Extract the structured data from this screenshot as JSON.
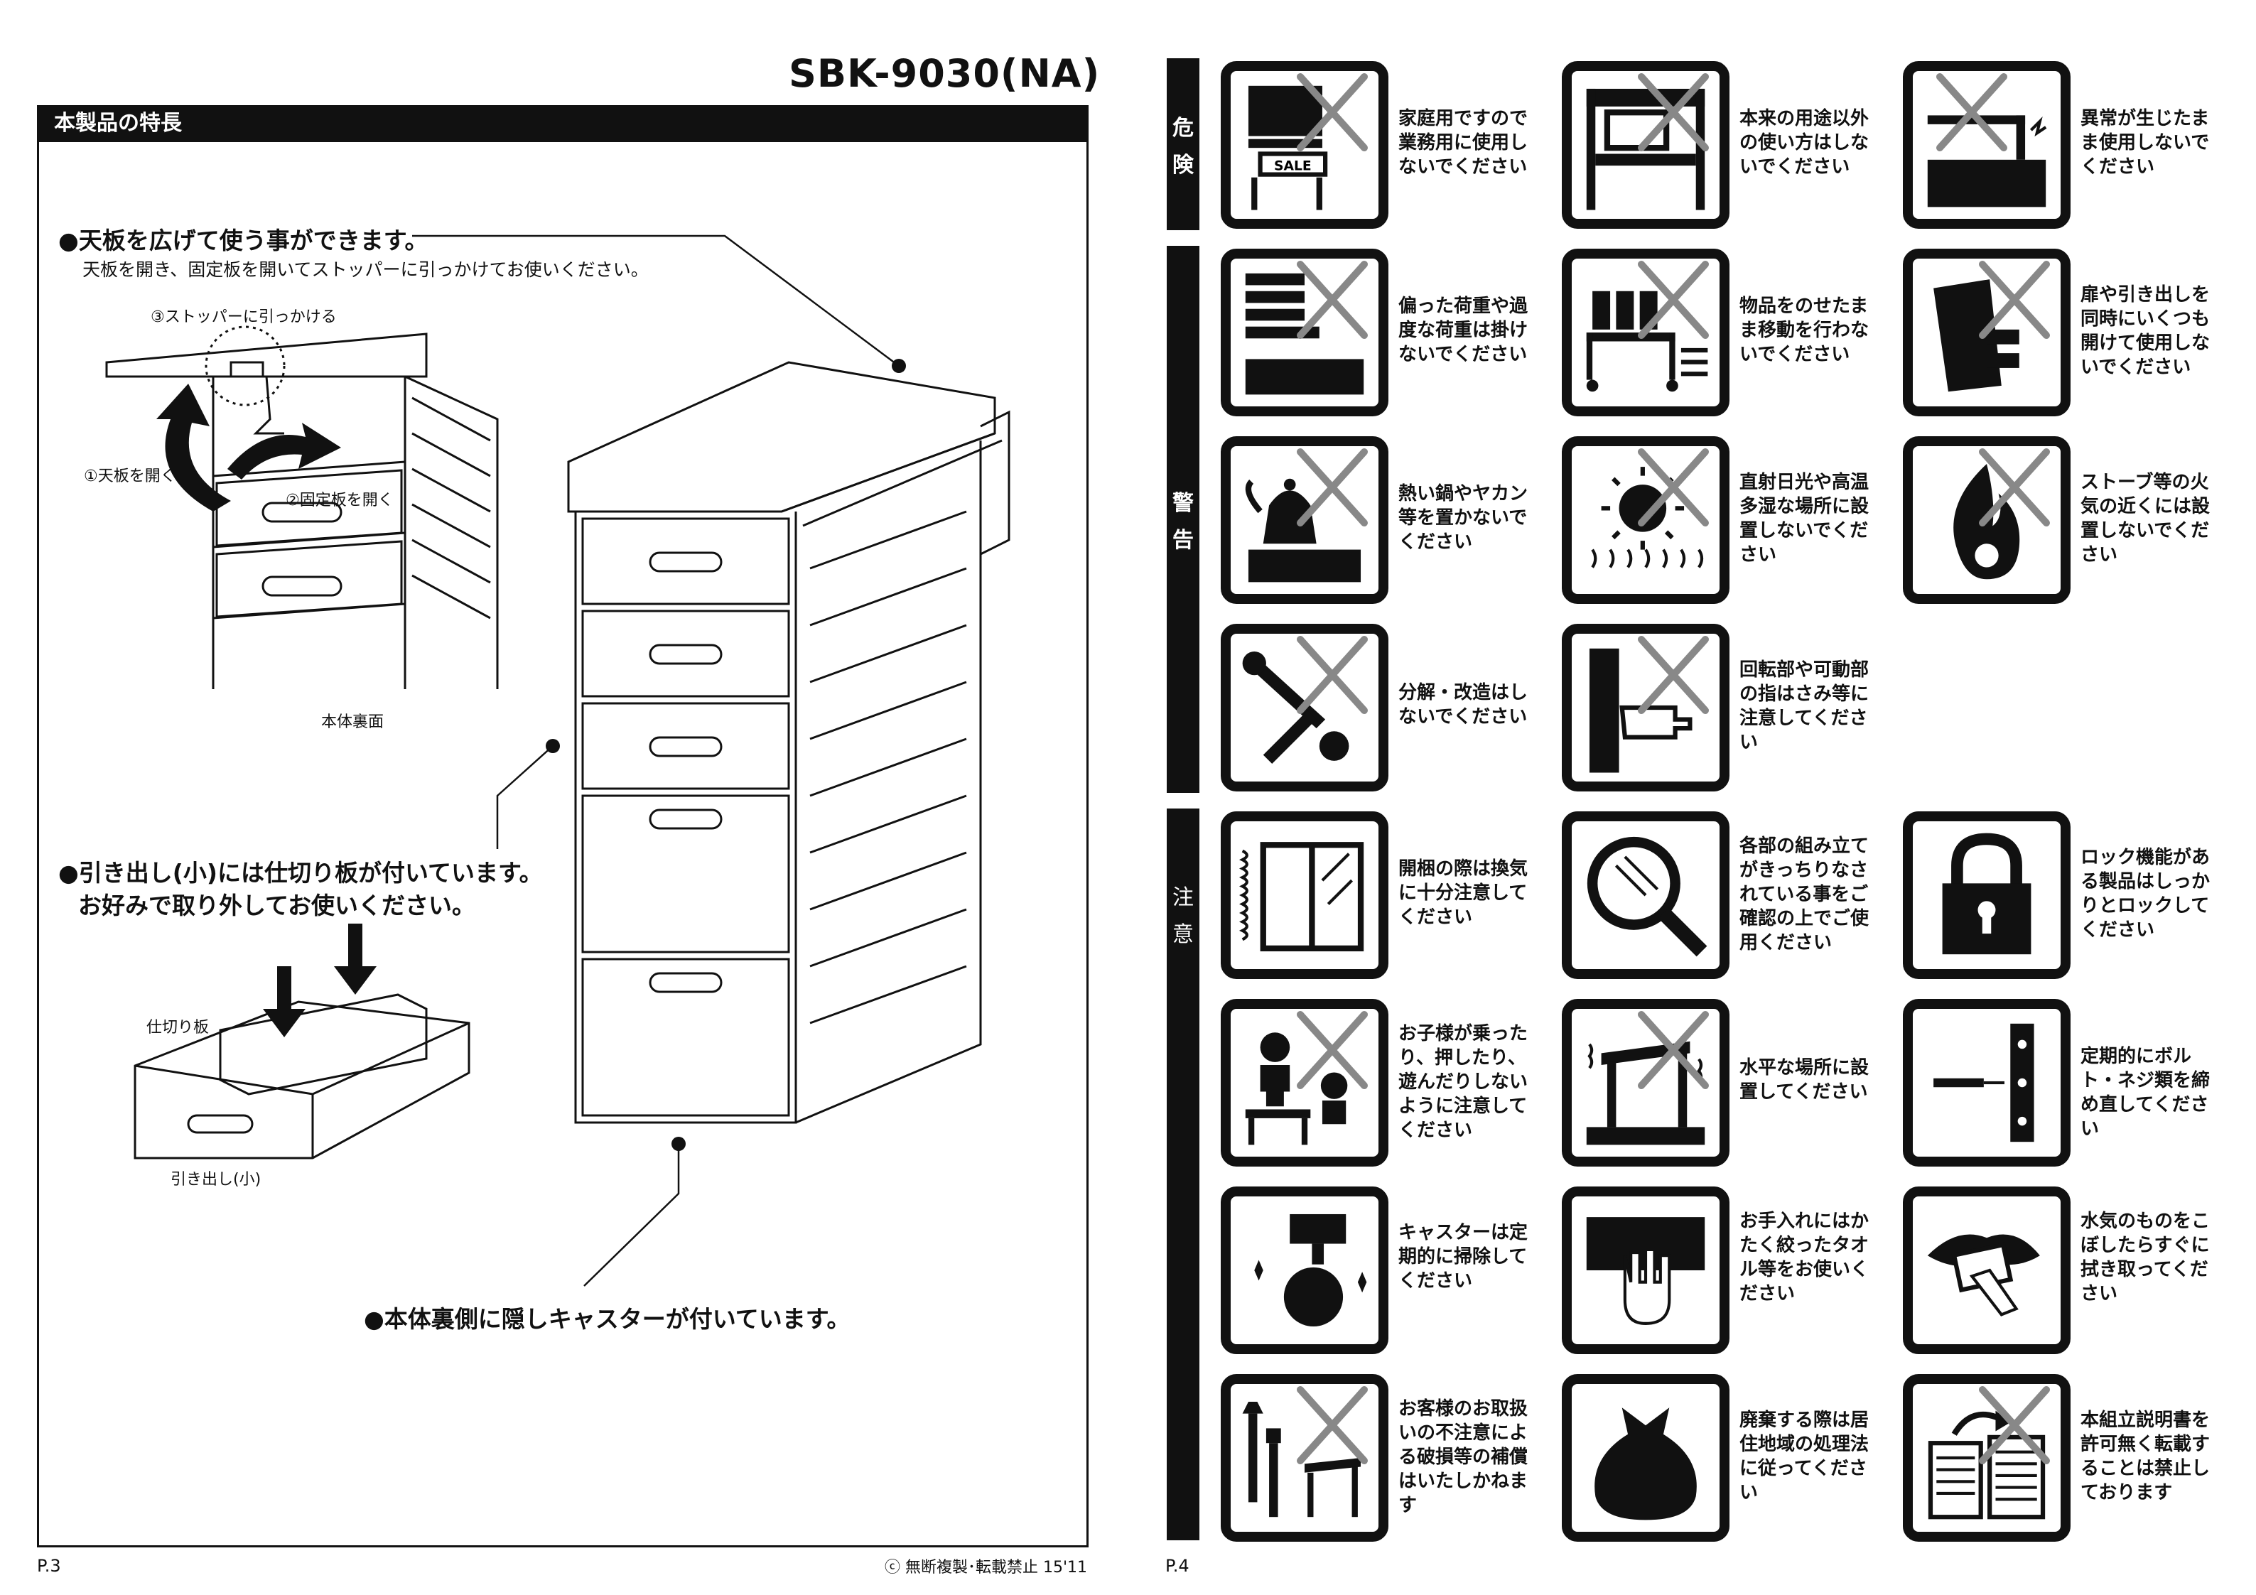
{
  "document": {
    "model": "SBK-9030(NA)",
    "section_title": "本製品の特長",
    "feature1": {
      "title": "●天板を広げて使う事ができます。",
      "desc": "天板を開き、固定板を開いてストッパーに引っかけてお使いください。"
    },
    "labels": {
      "stopper": "③ストッパーに引っかける",
      "open_top": "①天板を開く",
      "open_fix": "②固定板を開く",
      "back": "本体裏面",
      "divider": "仕切り板",
      "drawer": "引き出し(小)"
    },
    "feature2": {
      "line1": "●引き出し(小)には仕切り板が付いています。",
      "line2": "お好みで取り外してお使いください。"
    },
    "feature3": "●本体裏側に隠しキャスターが付いています。",
    "page_left": "P.3",
    "copyright": "ⓒ 無断複製･転載禁止 15'11",
    "page_right": "P.4"
  },
  "categories": {
    "danger": [
      "危",
      "険"
    ],
    "warning": [
      "警",
      "告"
    ],
    "caution": [
      "注",
      "意"
    ]
  },
  "warnings": [
    {
      "text": "家庭用ですので業務用に使用しないでください",
      "icon": "sale-shelf-icon",
      "sale": "SALE"
    },
    {
      "text": "本来の用途以外の使い方はしないでください",
      "icon": "misuse-icon"
    },
    {
      "text": "異常が生じたまま使用しないでください",
      "icon": "damaged-icon"
    },
    {
      "text": "偏った荷重や過度な荷重は掛けないでください",
      "icon": "overload-icon"
    },
    {
      "text": "物品をのせたまま移動を行わないでください",
      "icon": "moving-icon"
    },
    {
      "text": "扉や引き出しを同時にいくつも開けて使用しないでください",
      "icon": "drawers-open-icon"
    },
    {
      "text": "熱い鍋やヤカン等を置かないでください",
      "icon": "kettle-icon"
    },
    {
      "text": "直射日光や高温多湿な場所に設置しないでください",
      "icon": "sun-icon"
    },
    {
      "text": "ストーブ等の火気の近くには設置しないでください",
      "icon": "fire-icon"
    },
    {
      "text": "分解・改造はしないでください",
      "icon": "tools-icon"
    },
    {
      "text": "回転部や可動部の指はさみ等に注意してください",
      "icon": "pinch-icon"
    },
    {
      "text": "開梱の際は換気に十分注意してください",
      "icon": "window-icon"
    },
    {
      "text": "各部の組み立てがきっちりなされている事をご確認の上でご使用ください",
      "icon": "magnifier-icon"
    },
    {
      "text": "ロック機能がある製品はしっかりとロックしてください",
      "icon": "lock-icon"
    },
    {
      "text": "お子様が乗ったり、押したり、遊んだりしないように注意してください",
      "icon": "children-icon"
    },
    {
      "text": "水平な場所に設置してください",
      "icon": "level-icon"
    },
    {
      "text": "定期的にボルト・ネジ類を締め直してください",
      "icon": "screw-icon"
    },
    {
      "text": "キャスターは定期的に掃除してください",
      "icon": "caster-icon"
    },
    {
      "text": "お手入れにはかたく絞ったタオル等をお使いください",
      "icon": "towel-icon"
    },
    {
      "text": "水気のものをこぼしたらすぐに拭き取ってください",
      "icon": "wipe-icon"
    },
    {
      "text": "お客様のお取扱いの不注意による破損等の補償はいたしかねます",
      "icon": "broken-icon"
    },
    {
      "text": "廃棄する際は居住地域の処理法に従ってください",
      "icon": "garbage-bag-icon"
    },
    {
      "text": "本組立説明書を許可無く転載することは禁止しております",
      "icon": "copy-icon"
    }
  ]
}
